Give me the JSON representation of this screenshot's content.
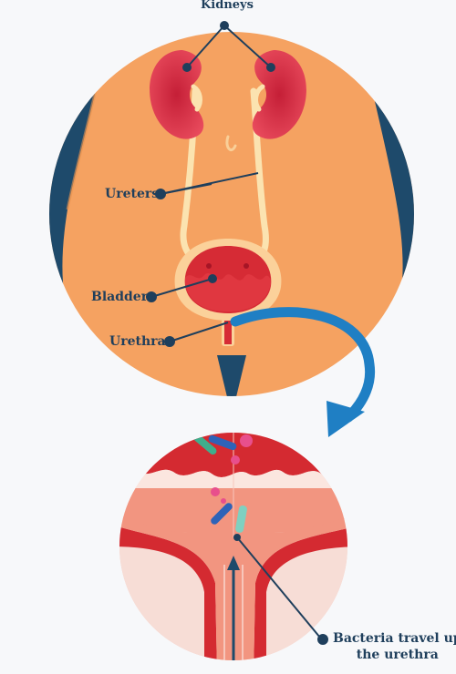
{
  "labels": {
    "kidneys": "Kidneys",
    "ureters": "Ureters",
    "bladder": "Bladder",
    "urethra": "Urethra",
    "bacteria_line1": "Bacteria travel up",
    "bacteria_line2": "the urethra"
  },
  "colors": {
    "skin": "#f5a261",
    "navy": "#1e4a6b",
    "kidney": "#d92f45",
    "bladder": "#d62b35",
    "ureter": "#fbe3b0",
    "arrow": "#1f7fc4",
    "label_text": "#1f3f5c",
    "bacteria_pink": "#e84f8c",
    "bacteria_green": "#3fae8c",
    "bacteria_blue": "#2e63b8"
  }
}
